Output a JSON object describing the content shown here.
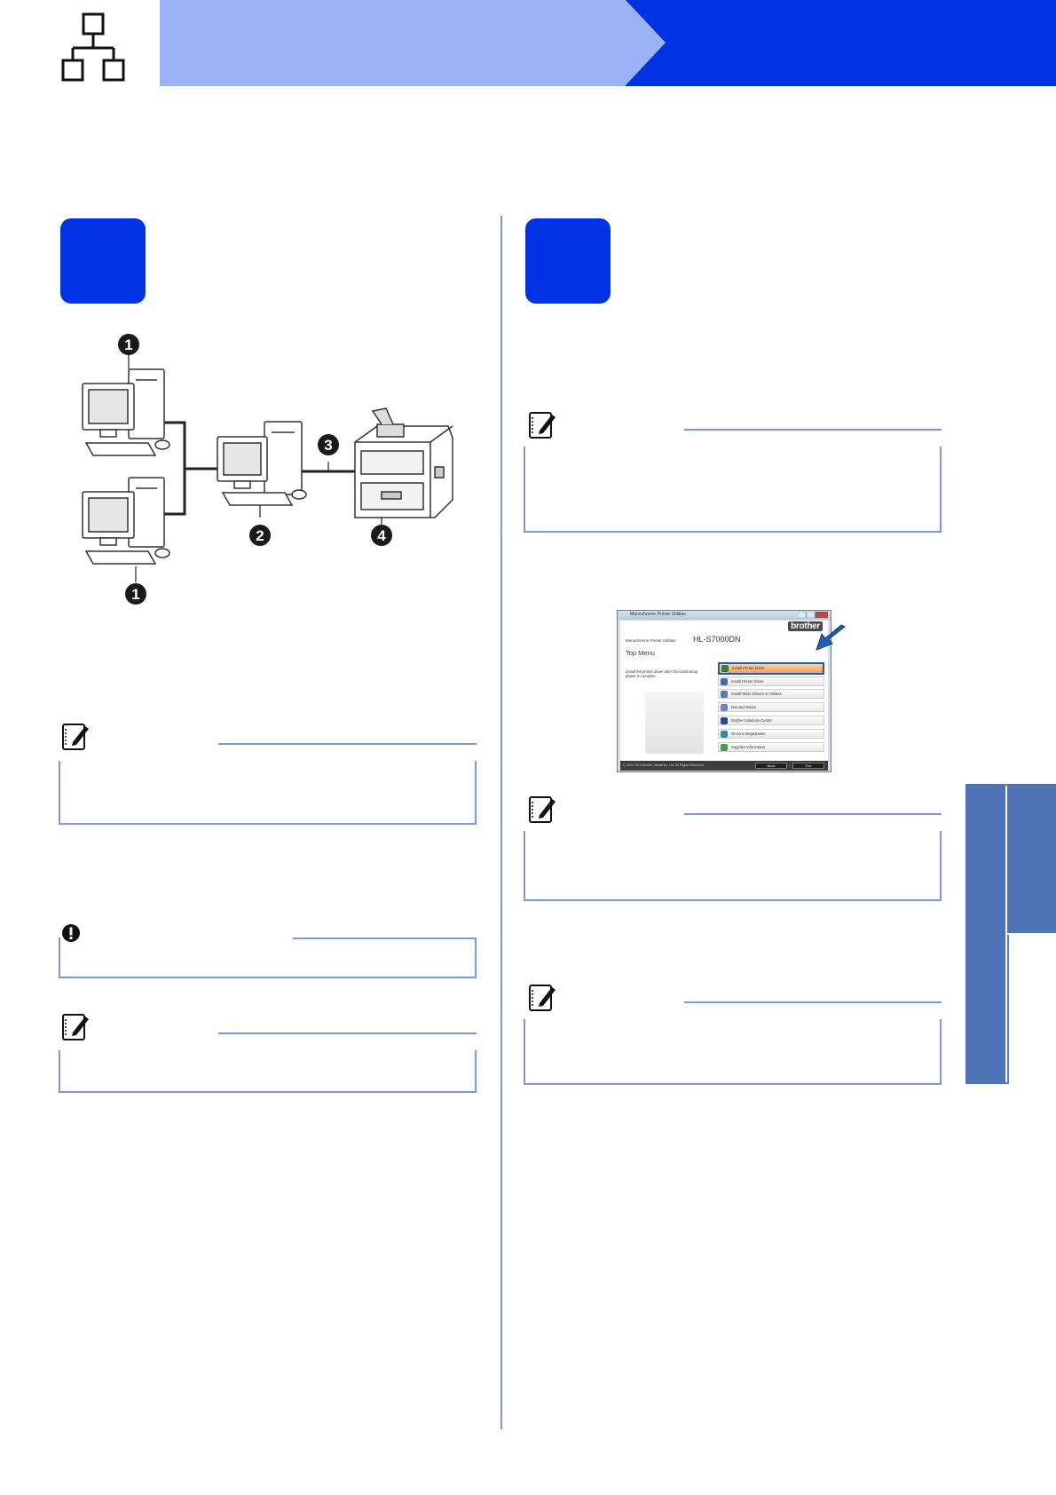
{
  "colors": {
    "header_light": "#9cb2f7",
    "header_dark": "#0033e6",
    "step_box": "#0033e6",
    "rule": "#7a96e6",
    "side_tab": "#4f74b8",
    "callout_fill": "#1a1a1a"
  },
  "icons": {
    "header": "network-topology-icon",
    "note": "note-pencil-icon",
    "important": "exclamation-icon"
  },
  "diagram": {
    "callouts": [
      "1",
      "2",
      "3",
      "4",
      "1"
    ]
  },
  "installer_screenshot": {
    "window_title": "Monochrome Printer Utilities",
    "brand": "brother",
    "subtitle": "Monochrome Printer Utilities",
    "model": "HL-S7000DN",
    "menu_title": "Top Menu",
    "description": "Install the printer driver after the initial setup phase is complete.",
    "menu_items": [
      {
        "label": "Install Printer Driver",
        "highlighted": true
      },
      {
        "label": "Install Printer Driver",
        "highlighted": false
      },
      {
        "label": "Install Other Drivers or Utilities",
        "highlighted": false
      },
      {
        "label": "Documentation",
        "highlighted": false
      },
      {
        "label": "Brother Solutions Center",
        "highlighted": false
      },
      {
        "label": "On-Line Registration",
        "highlighted": false
      },
      {
        "label": "Supplies Information",
        "highlighted": false
      }
    ],
    "copyright": "© 2001-2013 Brother Industries, Ltd. All Rights Reserved.",
    "back_button": "Back",
    "exit_button": "Exit"
  }
}
